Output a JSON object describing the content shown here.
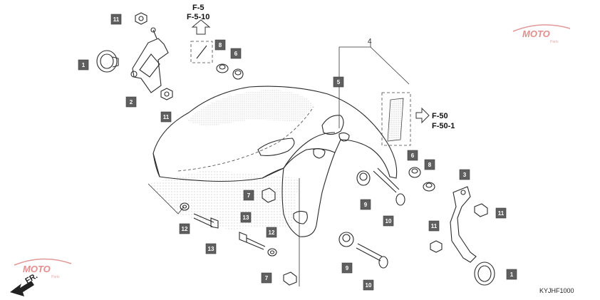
{
  "diagram_code": "KYJHF1000",
  "direction_label": "FR.",
  "group_label": "4",
  "refs": {
    "top": [
      "F-5",
      "F-5-10"
    ],
    "right": [
      "F-50",
      "F-50-1"
    ]
  },
  "watermark": {
    "logo_text": "MOTO",
    "sub_text": "Parts"
  },
  "callouts": [
    "11",
    "1",
    "2",
    "8",
    "6",
    "11",
    "5",
    "6",
    "8",
    "3",
    "7",
    "9",
    "10",
    "12",
    "13",
    "13",
    "12",
    "7",
    "9",
    "10",
    "11",
    "11",
    "1"
  ]
}
